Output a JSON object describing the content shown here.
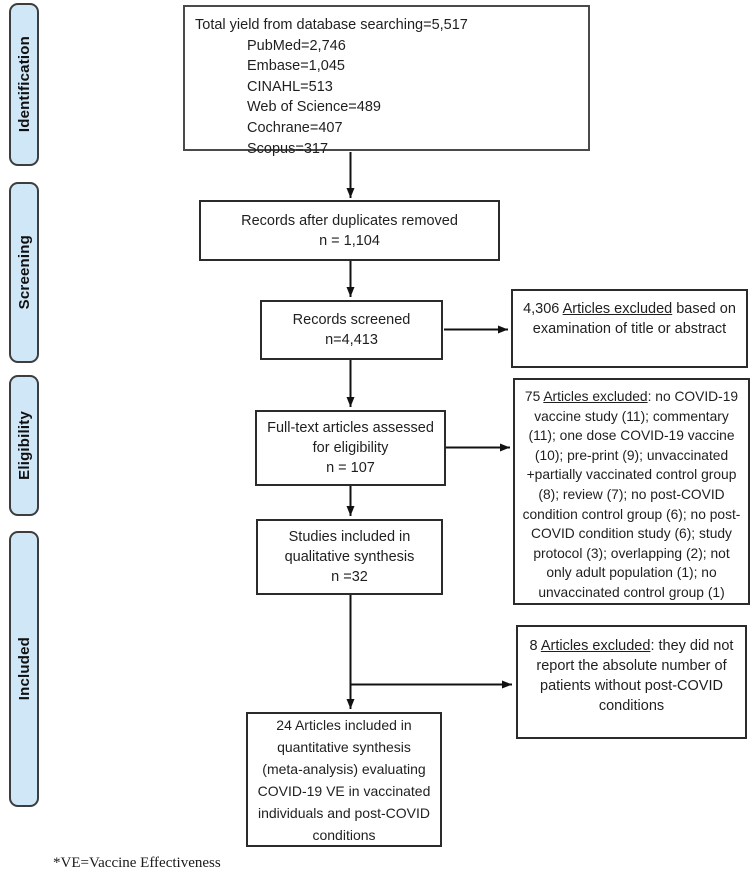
{
  "stages": [
    {
      "label": "Identification"
    },
    {
      "label": "Screening"
    },
    {
      "label": "Eligibility"
    },
    {
      "label": "Included"
    }
  ],
  "boxes": {
    "total": {
      "lines": [
        "Total yield from database searching=5,517",
        "PubMed=2,746",
        "Embase=1,045",
        "CINAHL=513",
        "Web of Science=489",
        "Cochrane=407",
        "Scopus=317"
      ]
    },
    "duplicates": {
      "lines": [
        "Records after duplicates removed",
        "n = 1,104"
      ]
    },
    "screened": {
      "lines": [
        "Records screened",
        "n=4,413"
      ]
    },
    "fulltext": {
      "lines": [
        "Full-text articles assessed",
        "for eligibility",
        "n = 107"
      ]
    },
    "qualitative": {
      "lines": [
        "Studies included in",
        "qualitative synthesis",
        "n =32"
      ]
    },
    "quantitative": {
      "text": "24 Articles included in quantitative synthesis (meta-analysis) evaluating COVID-19 VE in vaccinated individuals and post-COVID conditions"
    },
    "excluded_title_abstract": {
      "prefix": "4,306 ",
      "underlined": "Articles excluded",
      "suffix": " based on examination of title or abstract"
    },
    "excluded_fulltext": {
      "prefix": "75 ",
      "underlined": "Articles excluded",
      "suffix": ": no COVID-19 vaccine study (11); commentary (11); one dose COVID-19 vaccine (10); pre-print (9); unvaccinated +partially vaccinated control group (8); review (7); no post-COVID condition control group (6); no post-COVID condition study (6); study protocol (3); overlapping (2); not only adult population (1); no unvaccinated control group (1)"
    },
    "excluded_reporting": {
      "prefix": "8 ",
      "underlined": "Articles excluded",
      "suffix": ": they did not report the absolute number of patients without post-COVID conditions"
    }
  },
  "footnote": "*VE=Vaccine Effectiveness",
  "colors": {
    "stage_fill": "#cfe7f7",
    "stage_border": "#3d3d3d",
    "box_border": "#2b2b2b",
    "arrow": "#111111",
    "text": "#1f1f1f"
  }
}
